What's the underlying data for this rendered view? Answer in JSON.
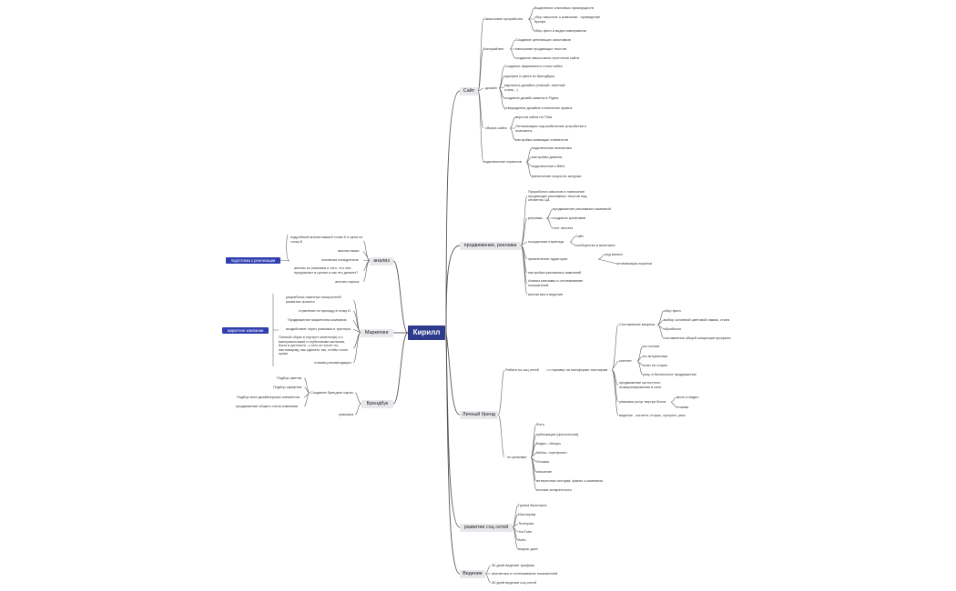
{
  "root": "Кирилл",
  "branches": {
    "site": {
      "label": "Сайт",
      "groups": {
        "meaning": {
          "label": "Смысловое проработка",
          "items": [
            "Выделение ключевых преимуществ",
            "сбор смыслов о компании - проведение брифа",
            "сбор фото и видео материалов"
          ]
        },
        "copy": {
          "label": "Копирайтинг",
          "items": [
            "Создание цепляющих заголовков",
            "написание продающих текстов",
            "создание смыслового прототипа сайта"
          ]
        },
        "design": {
          "label": "дизайн",
          "items": [
            "Создание фирменного стиля сайта",
            "шрифты и цвета из брендбука",
            "варианты дизайна (темный, светлый стиль...)",
            "создание дизайн-макета в Figma",
            "утверждение дизайна и внесение правок"
          ]
        },
        "build": {
          "label": "сборка сайта",
          "items": [
            "верстка сайта на Tilda",
            "Оптимизация под мобильные устройства и планшеты",
            "настройка анимации элементов"
          ]
        },
        "services": {
          "label": "подключение сервисов",
          "items": [
            "подключение аналитики",
            "настройка домена",
            "подключение к Bitrix",
            "увеличение скорости загрузки"
          ]
        }
      }
    },
    "promo": {
      "label": "продвижение, реклама",
      "items": {
        "a": "Проработка смыслов и написание продающих рекламных текстов под сегменты ЦА",
        "ads": "рекламы",
        "ads_items": [
          "продвижение рекламных кампаний",
          "создание креативов",
          "тест гипотез"
        ],
        "landing": "посадочная страница",
        "landing_items": [
          "Сайт",
          "сообщество в вконтакте"
        ],
        "audience": "привлечение аудитории",
        "audience_items": [
          "лид магнит",
          "оптимизация воронки"
        ],
        "b": "настройка рекламных кампаний",
        "c": "Анализ рекламы и отслеживание показателей",
        "d": "аналитика и ведение"
      }
    },
    "personal": {
      "label": "Личный бренд",
      "work": "Работа по соц сетей",
      "example": "пример на платформе инстаграм",
      "visual": "Составление визуала",
      "visual_items": [
        "сбор фото",
        "выбор основной цветовой гаммы, стиля",
        "обработка",
        "составление общей концепции профиля"
      ],
      "content": "контент",
      "content_items": [
        "по постам",
        "по актуальным",
        "план по сторис",
        "упор в бесплатное продвижение"
      ],
      "positioning": "продвижение целостного позиционирования в сеях",
      "packaging": "упаковка услуг внутри блога",
      "packaging_items": [
        "фото и видео",
        "отзывы"
      ],
      "maintain": "ведение - контент, сторис, прогрев, рекс",
      "pack_label": "по упаковке",
      "pack_items": [
        "Фото",
        "публикации (фотосессии)",
        "Видео, обзоры",
        "Кейсы, портфолио",
        "Отзывы",
        "описание",
        "интересные истории, факты о компании",
        "личные конкретности"
      ]
    },
    "social": {
      "label": "развитие соц сетей",
      "items": [
        "Группа Вконтакте",
        "Инстаграм",
        "Телеграм",
        "YouTube",
        "Avito",
        "яндекс дзен"
      ]
    },
    "lead": {
      "label": "Ведение",
      "items": [
        "30 дней ведение трафика",
        "аналитика и отслеживание показателей",
        "30 дней ведение соц сетей"
      ]
    },
    "analysis": {
      "label": "анализ",
      "tag": "подготовка к реализации",
      "items": [
        "подробный анализ вашей точки А и цели из точку Б",
        "анализ ниши",
        "основных конкурентов",
        "анализ их упаковки и того, что они предлагают в целом и как это делают?",
        "анализ спроса"
      ]
    },
    "marketing": {
      "label": "Маркетинг",
      "tag": "маркетинг кампании",
      "items": [
        "разработка пакетных мощностей/развития проекта",
        "стратегию по проходу в точку Б",
        "Продвижение маркетинга компании",
        "воздействие через упаковки и триггеры",
        "Полный образ в портрет клиента(и) и с материальными и глубинными желания, боли и ценности...) чего он хочет по-настоящему, как сделать так, чтобы точно купил",
        "отзывы,рекомендации"
      ]
    },
    "brand": {
      "label": "Брендбук",
      "sub": "Создание брендинг карты",
      "sub_items": [
        "Подбор цветов",
        "Подбор шрифтов",
        "Подбор всех дизайнерских элементов",
        "продвижение общего стиля компании"
      ],
      "pack": "упаковка"
    }
  },
  "colors": {
    "root": "#2e3b8c",
    "tag": "#2f3fb0",
    "line": "#444444",
    "branch": "#e8e8ec"
  }
}
